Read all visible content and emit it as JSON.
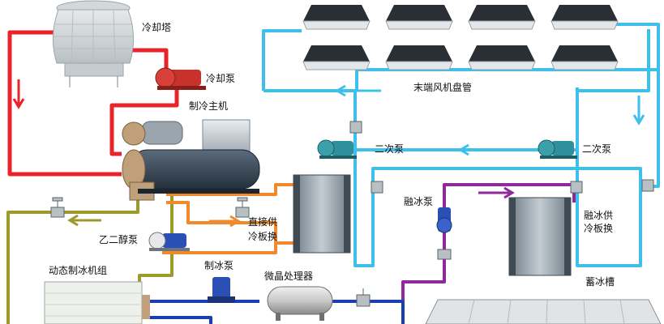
{
  "labels": {
    "cooling_tower": "冷却塔",
    "cooling_pump": "冷却泵",
    "chiller_main": "制冷主机",
    "terminal_fan_coil": "末端风机盘管",
    "secondary_pump_left": "二次泵",
    "secondary_pump_right": "二次泵",
    "melt_ice_pump": "融冰泵",
    "glycol_pump": "乙二醇泵",
    "direct_supply_plate_line1": "直接供",
    "direct_supply_plate_line2": "冷板换",
    "melt_supply_plate_line1": "融冰供",
    "melt_supply_plate_line2": "冷板换",
    "ice_making_unit": "动态制冰机组",
    "ice_making_pump": "制冰泵",
    "crystal_processor": "微晶处理器",
    "ice_storage_tank": "蓄冰槽"
  },
  "colors": {
    "cooling_loop": "#e8232a",
    "chilled_loop": "#3ec0ea",
    "glycol_loop": "#9b9a2a",
    "direct_supply": "#f08a2a",
    "melt_loop": "#8e2a9a",
    "ice_loop": "#1a3fb0",
    "pump_teal": "#2f8f9a",
    "pump_red": "#c8322c",
    "pump_blue": "#2a4fb5"
  },
  "icons": {
    "fan_coil": "ceiling-cassette-icon",
    "pump": "centrifugal-pump-icon",
    "valve": "gate-valve-icon",
    "arrow": "flow-arrow-icon",
    "heat_exchanger": "plate-heat-exchanger-icon"
  }
}
